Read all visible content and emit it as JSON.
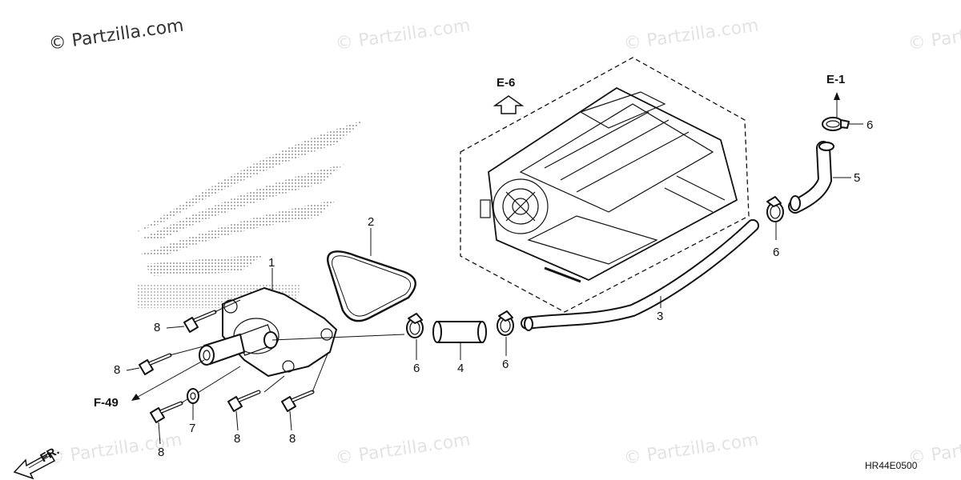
{
  "watermark": {
    "main": "© Partzilla.com",
    "repeat": "© Partzilla.com"
  },
  "diagram_code": "HR44E0500",
  "references": {
    "e6": "E-6",
    "e1": "E-1",
    "f49": "F-49",
    "fr": "FR."
  },
  "callouts": {
    "c1": "1",
    "c2": "2",
    "c3": "3",
    "c4": "4",
    "c5": "5",
    "c6a": "6",
    "c6b": "6",
    "c6c": "6",
    "c6d": "6",
    "c7": "7",
    "c8a": "8",
    "c8b": "8",
    "c8c": "8",
    "c8d": "8",
    "c8e": "8"
  }
}
